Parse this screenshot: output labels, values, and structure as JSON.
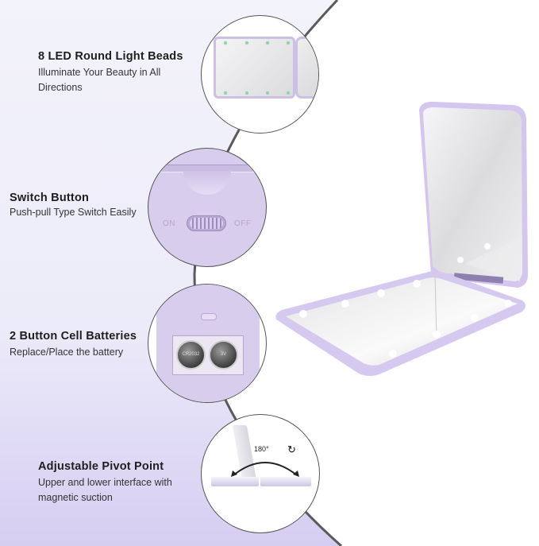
{
  "features": [
    {
      "title": "8 LED Round Light Beads",
      "desc_lines": [
        "Illuminate Your Beauty in All",
        "Directions"
      ]
    },
    {
      "title": "Switch Button",
      "desc_lines": [
        "Push-pull Type Switch Easily"
      ]
    },
    {
      "title": "2 Button Cell Batteries",
      "desc_lines": [
        "Replace/Place the battery"
      ]
    },
    {
      "title": "Adjustable Pivot Point",
      "desc_lines": [
        "Upper and lower interface with",
        "magnetic suction"
      ]
    }
  ],
  "switch": {
    "on_label": "ON",
    "off_label": "OFF"
  },
  "battery": {
    "label": "CR2032",
    "voltage": "3V"
  },
  "pivot": {
    "angle_label": "180°",
    "magnet_icon": "magnet-icon"
  },
  "colors": {
    "bg_left_top": "#f3f3fb",
    "bg_left_bottom": "#d6cdf2",
    "accent_lavender": "#d9cdee",
    "arc_line": "#555555",
    "led_green": "#8fd3a8"
  }
}
